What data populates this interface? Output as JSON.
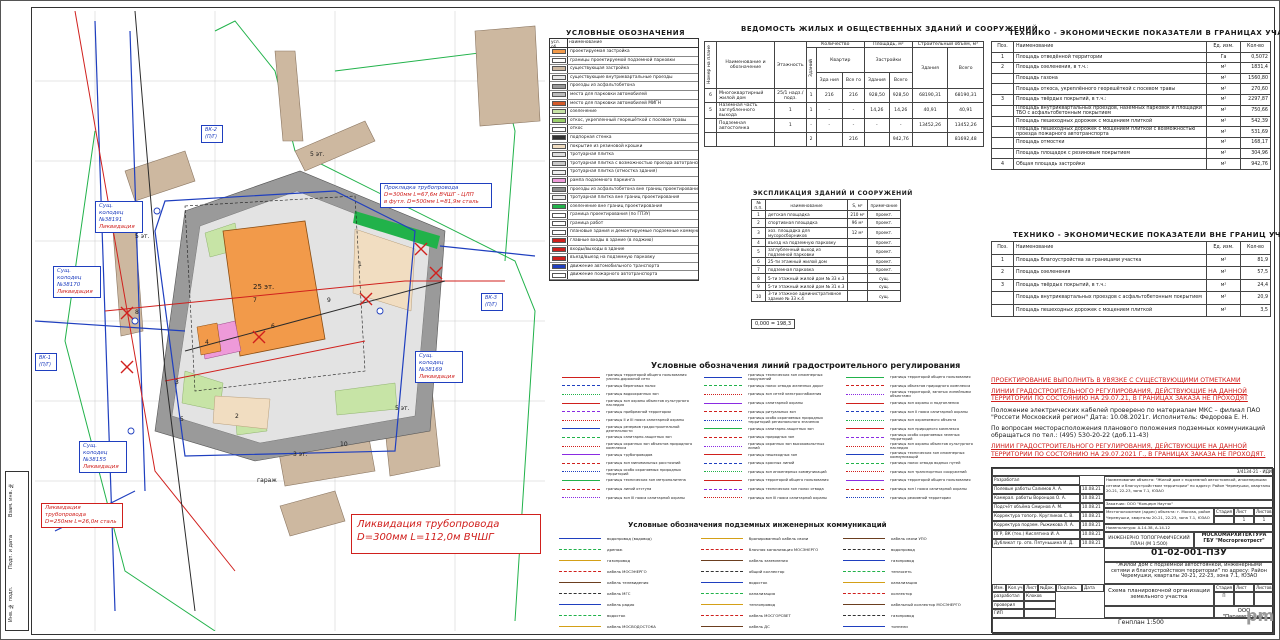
{
  "callouts": {
    "pipe_reloc": [
      "Прокладка трубопровода",
      "D=300мм L=67,6м ВЧШГ - ЦЛП",
      "в футл. D=500мм L=81,9м сталь"
    ],
    "well_38191": [
      "Сущ. колодец",
      "№38191",
      "Ликвидация"
    ],
    "well_38170": [
      "Сущ. колодец",
      "№38170",
      "Ликвидация"
    ],
    "well_38169": [
      "Сущ. колодец",
      "№38169",
      "Ликвидация"
    ],
    "well_38155": [
      "Сущ. колодец",
      "№38155",
      "Ликвидация"
    ],
    "vk1": [
      "ВК-1",
      "(П/Г)"
    ],
    "vk2": [
      "ВК-2",
      "(П/Г)"
    ],
    "vk3": [
      "ВК-3",
      "(П/Г)"
    ],
    "liq_pipe_small": [
      "Ликвидация трубопровода",
      "D=250мм L=26,0м сталь"
    ],
    "liq_pipe_big": [
      "Ликвидация трубопровода",
      "D=300мм L=112,0м ВЧШГ"
    ]
  },
  "map_labels": {
    "main_floors": "25 эт.",
    "floors_5a": "5 эт.",
    "floors_5b": "5 эт.",
    "floors_5c": "5 эт.",
    "floors_3": "3 эт.",
    "garage": "гараж",
    "n1": "1",
    "n2": "2",
    "n3": "3",
    "n4": "4",
    "n5": "5",
    "n6": "6",
    "n7": "7",
    "n8": "8",
    "n9": "9",
    "n10": "10"
  },
  "legend": {
    "title": "УСЛОВНЫЕ ОБОЗНАЧЕНИЯ",
    "head": [
      "усл. об.",
      "наименование"
    ],
    "items": [
      {
        "label": "проектируемая застройка",
        "color": "#f29a4a"
      },
      {
        "label": "границы проектируемой подземной парковки",
        "color": "#ffffff"
      },
      {
        "label": "существующая застройка",
        "color": "#cdb8a0"
      },
      {
        "label": "существующие внутриквартальные проезды",
        "color": "#e8e8e8"
      },
      {
        "label": "проезды из асфальтобетона",
        "color": "#9a9a9a"
      },
      {
        "label": "места для парковки автомобилей",
        "color": "#bdbdbd"
      },
      {
        "label": "место для парковки автомобилей МИГН",
        "color": "#d45a2a"
      },
      {
        "label": "озеленение",
        "color": "#c7e4a6"
      },
      {
        "label": "откос, укрепленный георешёткой с посевом травы",
        "color": "#9bd06a"
      },
      {
        "label": "откос",
        "color": "#ffffff"
      },
      {
        "label": "подпорная стенка",
        "color": "#333333"
      },
      {
        "label": "покрытие из резиновой крошки",
        "color": "#f1ddc1"
      },
      {
        "label": "тротуарная плитка",
        "color": "#dfdfdf"
      },
      {
        "label": "тротуарная плитка с возможностью проезда автотранспорта",
        "color": "#c9c9c9"
      },
      {
        "label": "тротуарная плитка (отмостка здания)",
        "color": "#eeeeee"
      },
      {
        "label": "рампа подземного паркинга",
        "color": "#ee9ad9"
      },
      {
        "label": "проезды из асфальтобетона вне границ проектирования",
        "color": "#8d8d8d"
      },
      {
        "label": "тротуарная плитка вне границ проектирования",
        "color": "#ededed"
      },
      {
        "label": "озеленение вне границ проектирования",
        "color": "#21b24a"
      },
      {
        "label": "граница проектирования (по ГПЗУ)",
        "color": "#ffffff"
      },
      {
        "label": "граница работ",
        "color": "#ffffff"
      },
      {
        "label": "плановые здания и демонтируемые подземные коммуникации",
        "color": "#ffffff"
      },
      {
        "label": "главные входы в здание (в лоджию)",
        "color": "#d0201d"
      },
      {
        "label": "входы/выходы в здание",
        "color": "#d0201d"
      },
      {
        "label": "въезд/выезд на подземную парковку",
        "color": "#d0201d"
      },
      {
        "label": "движение автомобильного транспорта",
        "color": "#1f3fbf"
      },
      {
        "label": "движение пожарного автотранспорта",
        "color": "#ffffff"
      }
    ]
  },
  "buildings": {
    "title": "ВЕДОМОСТЬ ЖИЛЫХ И ОБЩЕСТВЕННЫХ ЗДАНИЙ И СООРУЖЕНИЙ",
    "head": {
      "num": "Номер на плане",
      "name": "Наименование и обозначение",
      "floors": "Этажность",
      "qty": "Количество",
      "buildings_q": "Зданий",
      "apartments": "Квартир",
      "building": "Зда ния",
      "total": "Все го",
      "area": "Площадь, м²",
      "built": "Застройки",
      "bld": "Здания",
      "all": "Всего",
      "volume": "Строительный объём, м³",
      "v_bld": "Здания",
      "v_all": "Всего"
    },
    "rows": [
      {
        "num": "6",
        "name": "Многоквартирный жилой дом",
        "floors": "25/1 надз./подз.",
        "b": "1",
        "ab": "216",
        "at": "216",
        "sb": "928,50",
        "st": "928,50",
        "vb": "68190,31",
        "vt": "68190,31"
      },
      {
        "num": "5",
        "name": "Наземная часть заглубленного выхода",
        "floors": "1",
        "b": "1",
        "ab": "-",
        "at": "-",
        "sb": "14,26",
        "st": "14,26",
        "vb": "40,91",
        "vt": "40,91"
      },
      {
        "num": "",
        "name": "Подземная автостоянка",
        "floors": "1",
        "b": "-",
        "ab": "-",
        "at": "-",
        "sb": "-",
        "st": "-",
        "vb": "13452,26",
        "vt": "13452,26"
      }
    ],
    "totals": {
      "b": "2",
      "at": "216",
      "st": "942,76",
      "vt": "81692,48"
    }
  },
  "explication": {
    "title": "ЭКСПЛИКАЦИЯ ЗДАНИЙ И СООРУЖЕНИЙ",
    "head": [
      "№ п.п.",
      "наименование",
      "S, м²",
      "примечание"
    ],
    "rows": [
      [
        "1",
        "детская площадка",
        "210 м²",
        "проект."
      ],
      [
        "2",
        "спортивная площадка",
        "96 м²",
        "проект."
      ],
      [
        "3",
        "хоз. площадка для мусоросборников",
        "12 м²",
        "проект."
      ],
      [
        "4",
        "въезд на подземную парковку",
        "",
        "проект."
      ],
      [
        "5",
        "заглубленный выход из подземной парковки",
        "",
        "проект."
      ],
      [
        "6",
        "25-ти этажный жилой дом",
        "",
        "проект."
      ],
      [
        "7",
        "подземная парковка",
        "",
        "проект."
      ],
      [
        "8",
        "5-ти этажный жилой дом № 33 к.3",
        "",
        "сущ."
      ],
      [
        "9",
        "5-ти этажный жилой дом № 31 к.3",
        "",
        "сущ."
      ],
      [
        "10",
        "3-ти этажное административное здание № 33 к.4",
        "",
        "сущ."
      ]
    ],
    "footnote": "0,000 = 198,3"
  },
  "tep1": {
    "title": "ТЕХНИКО - ЭКОНОМИЧЕСКИЕ ПОКАЗАТЕЛИ В ГРАНИЦАХ УЧАСТКА",
    "head": [
      "Поз.",
      "Наименование",
      "Ед. изм.",
      "Кол-во"
    ],
    "rows": [
      [
        "1",
        "Площадь отведённой территории",
        "Га",
        "0,5072"
      ],
      [
        "2",
        "Площадь озеленения, в т.ч.:",
        "м²",
        "1831,4"
      ],
      [
        "",
        "Площадь газона",
        "м²",
        "1560,80"
      ],
      [
        "",
        "Площадь откоса, укреплённого георешёткой с посевом травы",
        "м²",
        "270,60"
      ],
      [
        "3",
        "Площадь твёрдых покрытий, в т.ч.:",
        "м²",
        "2297,87"
      ],
      [
        "",
        "Площадь внутриквартальных проездов, наземных парковок и площадки ТБО с асфальтобетонным покрытием",
        "м²",
        "750,66"
      ],
      [
        "",
        "Площадь пешеходных дорожек с мощением плиткой",
        "м²",
        "542,39"
      ],
      [
        "",
        "Площадь пешеходных дорожек с мощением плиткой с возможностью проезда пожарного автотранспорта",
        "м²",
        "531,69"
      ],
      [
        "",
        "Площадь отмостки",
        "м²",
        "168,17"
      ],
      [
        "",
        "Площадь площадок с резиновым покрытием",
        "м²",
        "304,96"
      ],
      [
        "4",
        "Общая площадь застройки",
        "м²",
        "942,76"
      ]
    ]
  },
  "tep2": {
    "title": "ТЕХНИКО - ЭКОНОМИЧЕСКИЕ ПОКАЗАТЕЛИ ВНЕ ГРАНИЦ УЧАСТКА",
    "head": [
      "Поз.",
      "Наименование",
      "Ед. изм.",
      "Кол-во"
    ],
    "rows": [
      [
        "1",
        "Площадь благоустройства за границами участка",
        "м²",
        "81,9"
      ],
      [
        "2",
        "Площадь озеленения",
        "м²",
        "57,5"
      ],
      [
        "3",
        "Площадь твёрдых покрытий, в т.ч.:",
        "м²",
        "24,4"
      ],
      [
        "",
        "Площадь внутриквартальных проездов с асфальтобетонным покрытием",
        "м²",
        "20,9"
      ],
      [
        "",
        "Площадь пешеходных дорожек с мощением плиткой",
        "м²",
        "3,5"
      ]
    ]
  },
  "regulation": {
    "title": "Условные обозначения линий градостроительного регулирования",
    "col1": [
      "границы территорий общего пользования улично-дорожной сети",
      "границы береговых полос",
      "границы водоохранных зон",
      "границы зон охраны объектов культурного наследия",
      "границы прибрежной территории",
      "границы II и III пояса санитарной охраны",
      "границы резервов градостроительной деятельности",
      "границы санитарно-защитных зон",
      "границы охранных зон объектов природного комплекса",
      "границы трубопроводов",
      "границы зон минимальных расстояний",
      "границы особо охраняемых природных территорий",
      "границы технических зон метрополитена",
      "границы линий отступа",
      "границы зон III пояса санитарной охраны"
    ],
    "col2": [
      "границы технических зон инженерных сооружений",
      "границы полос отвода железных дорог",
      "границы зон сетей электроснабжения",
      "границы санитарной охраны",
      "границы ритуальных зон",
      "границы особо охраняемых природных территорий регионального значения",
      "границы санитарно-защитных зон",
      "границы природных зон",
      "границы охранных зон высоковольтных линий",
      "границы пешеходных зон",
      "границы красных линий",
      "границы зон инженерных коммуникаций",
      "границы территорий общего пользования",
      "границы технических зон полос отвода",
      "границы зон III пояса санитарной охраны"
    ],
    "col3": [
      "границы территорий общего пользования",
      "границы объектов природного комплекса",
      "границы территорий, занятых линейными объектами",
      "границы зон охраны и подтопления",
      "границы зон II пояса санитарной охраны",
      "границы зон охраняемого объекта",
      "границы зон природного комплекса",
      "границы особо охраняемых зеленых территорий",
      "границы зон охраны объектов культурного наследия",
      "границы технических зон инженерных коммуникаций",
      "границы полос отвода водных путей",
      "границы зон транспортных сооружений",
      "границы территорий общего пользования",
      "границы зон I пояса санитарной охраны",
      "границы режимной территории"
    ]
  },
  "underground": {
    "title": "Условные обозначения подземных инженерных коммуникаций",
    "col1": [
      "водопровод (водовод)",
      "дренаж",
      "газопровод",
      "кабель МОСЭНЕРГО",
      "кабель телевидения",
      "кабель МГС",
      "кабель радио",
      "водосток",
      "кабель МОСВОДОСТОКА"
    ],
    "col2": [
      "бронированный кабель связи",
      "блочная канализация МОСЭНЕРГО",
      "кабель заземления",
      "общий коллектор",
      "водосток",
      "канализация",
      "теплопровод",
      "кабель МОСГОРСВЕТ",
      "кабель ДС"
    ],
    "col3": [
      "кабель связи УПО",
      "водопровод",
      "газопровод",
      "теплосеть",
      "канализация",
      "коллектор",
      "кабельный коллектор МОСЭНЕРГО",
      "газопровод",
      "тоннели"
    ]
  },
  "notes": {
    "line1": "ПРОЕКТИРОВАНИЕ ВЫПОЛНИТЬ В УВЯЗКЕ С СУЩЕСТВУЮЩИМИ ОТМЕТКАМИ",
    "line2": "ЛИНИИ ГРАДОСТРОИТЕЛЬНОГО РЕГУЛИРОВАНИЯ, ДЕЙСТВУЮЩИЕ НА ДАННОЙ ТЕРРИТОРИИ ПО СОСТОЯНИЮ НА 29.07.21, В ГРАНИЦАХ ЗАКАЗА НЕ ПРОХОДЯТ",
    "line3": "Положение электрических кабелей проверено по материалам МКС – филиал ПАО \"Россети Московский регион\" Дата: 10.08.2021г. Исполнитель: Федорова Е. Н.",
    "line4": "По вопросам месторасположения планового положения подземных коммуникаций обращаться по тел.: (495) 530-20-22 (доб.11-43)",
    "line5": "ЛИНИИ ГРАДОСТРОИТЕЛЬНОГО РЕГУЛИРОВАНИЯ, ДЕЙСТВУЮЩИЕ НА ДАННОЙ ТЕРРИТОРИИ ПО СОСТОЯНИЮ НА 29.07.2021 Г., В ГРАНИЦАХ ЗАКАЗА НЕ ПРОХОДЯТ."
  },
  "titleblock": {
    "project_code": "01-02-001-ПЗУ",
    "object": "\"Жилой дом с подземной автостоянкой, инженерными сетями и благоустройством территории\" по адресу: Район Черемушки, кварталы 20-21, 22-23, зона 7.1, ЮЗАО",
    "sheet_name": "Схема планировочной организации земельного участка",
    "topo": "ИНЖЕНЕРНО ТОПОГРАФИЧЕСКИЙ ПЛАН (М 1:500)",
    "org": "МОСКОМАРХИТЕКТУРА ГБУ \"Мосгоргеотрест\"",
    "stage_h": "Стадия",
    "sheet_h": "Лист",
    "sheets_h": "Листов",
    "stage_v": "П",
    "sheet_v": "1",
    "sheets_v": "1",
    "company": "ООО \"Параметрика\"",
    "scale": "Генплан 1:500",
    "sign_rows": [
      {
        "role": "разработал",
        "name": "Клоков"
      },
      {
        "role": "проверил",
        "name": ""
      },
      {
        "role": "ГИП",
        "name": ""
      }
    ],
    "col_heads": [
      "Изм.",
      "Кол.уч.",
      "Лист",
      "№Док.",
      "Подпись",
      "Дата"
    ],
    "topo_rows": [
      "Разработал",
      "Полевые работы Салимов А. А.",
      "Камерал. работы Воронцов О. А.",
      "Подсчёт объёма Смирнов А. М.",
      "Корректура топогр. Кругликов С. В.",
      "Корректура подзем. Рыжикова Л. А.",
      "ПГР, ВК (тех.) Кислятина И. А.",
      "Дубликат гр. отв. Пятуньшина И. Д."
    ],
    "order": "3/4134-21 - ИДИ",
    "topo_note": "Наименование объекта: \"Жилой дом с подземной автостоянкой, инженерными сетями и благоустройством территории\" по адресу: Район Черемушки, кварталы 20-21, 22-23, зона 7.1, ЮЗАО",
    "customer": "Заказчик: ООО \"Концерн Наутэк\"",
    "location": "Местоположение (адрес) объекта: г. Москва, район Черемушки, кварталы 20-21, 22-23, зона 7.1, ЮЗАО",
    "nomenclature": "Номенклатура: А-14-38, А-14-12",
    "stage_t": "Стадия",
    "sheet_t": "Лист",
    "sheets_t": "Листов",
    "dates": [
      "10.08.21",
      "10.08.21",
      "10.08.21",
      "10.08.21",
      "10.08.21",
      "10.08.21",
      "10.08.21"
    ]
  },
  "side_strip": [
    "Взам. инв. №",
    "Подп. и дата",
    "Инв. № подл."
  ],
  "colors": {
    "project_building": "#f29a4a",
    "existing_building": "#cdb8a0",
    "asphalt": "#9a9a9a",
    "green": "#c7e4a6",
    "bright_green": "#21b24a",
    "red_line": "#d0201d",
    "blue_line": "#1f3fbf",
    "pink_ramp": "#ee9ad9",
    "playground": "#f1ddc1"
  }
}
